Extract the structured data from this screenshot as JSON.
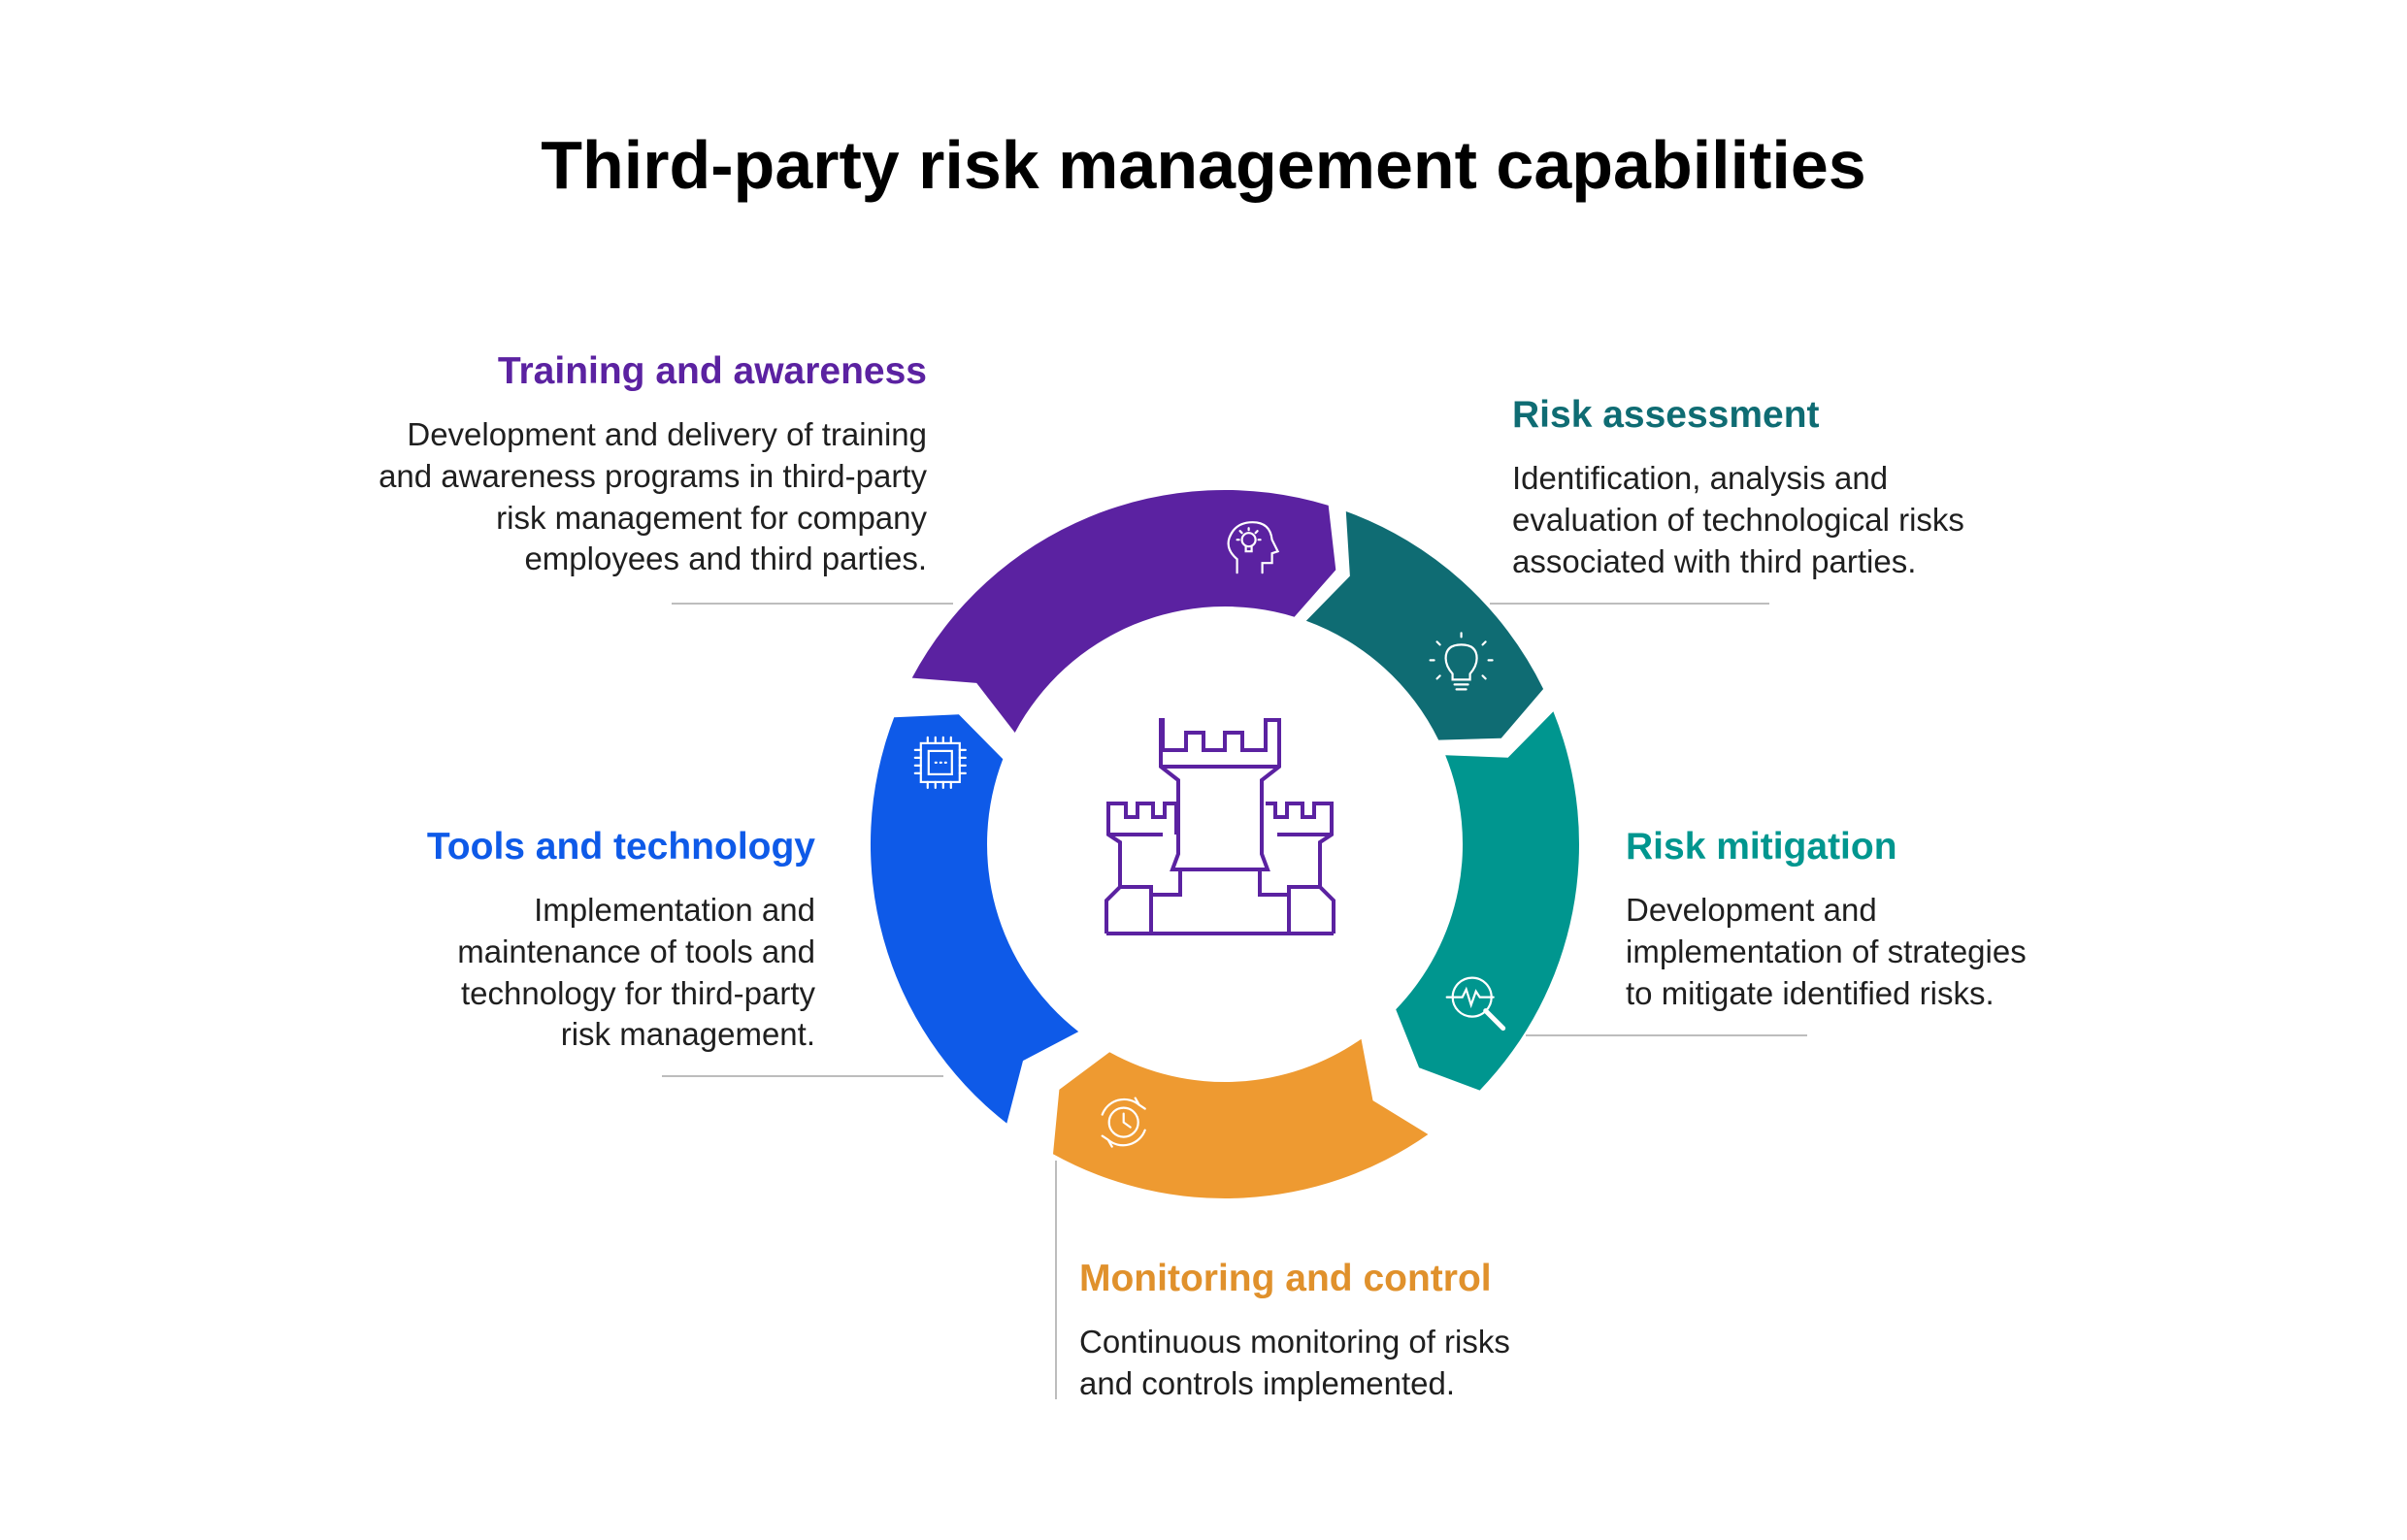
{
  "title": "Third-party risk management capabilities",
  "colors": {
    "training": "#5b22a1",
    "risk_assessment": "#0f6c73",
    "risk_mitigation": "#00968f",
    "monitoring": "#ee9a31",
    "tools": "#0e5ae8",
    "castle": "#5b22a1"
  },
  "center_icon": "castle-rook-icon",
  "segments": [
    {
      "key": "training",
      "heading": "Training and awareness",
      "description_lines": [
        "Development and delivery of training",
        "and awareness programs in third-party",
        "risk management for company",
        "employees and third parties."
      ],
      "icon": "head-lightbulb-icon"
    },
    {
      "key": "risk_assessment",
      "heading": "Risk assessment",
      "description_lines": [
        "Identification, analysis and",
        "evaluation of technological risks",
        "associated with third parties."
      ],
      "icon": "lightbulb-icon"
    },
    {
      "key": "risk_mitigation",
      "heading": "Risk mitigation",
      "description_lines": [
        "Development and",
        "implementation of strategies",
        "to mitigate identified risks."
      ],
      "icon": "magnifier-pulse-icon"
    },
    {
      "key": "monitoring",
      "heading": "Monitoring and control",
      "description_lines": [
        "Continuous monitoring of risks",
        "and controls implemented."
      ],
      "icon": "clock-cycle-icon"
    },
    {
      "key": "tools",
      "heading": "Tools and technology",
      "description_lines": [
        "Implementation and",
        "maintenance of tools and",
        "technology for third-party",
        "risk management."
      ],
      "icon": "chip-icon"
    }
  ]
}
